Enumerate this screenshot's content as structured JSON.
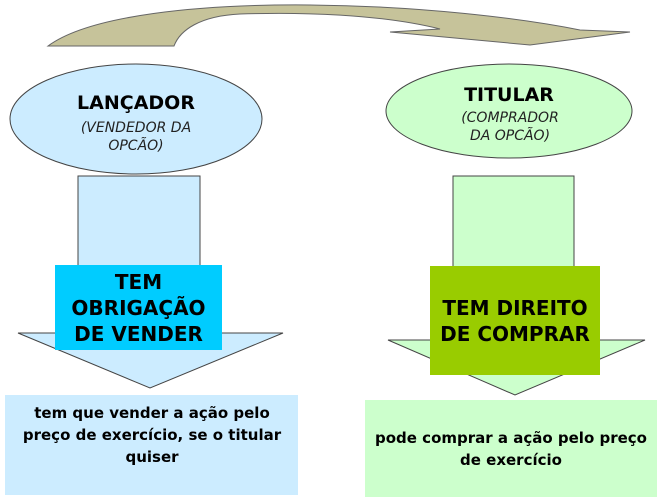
{
  "colors": {
    "arc": "#C6C39A",
    "left_light": "#CCECFF",
    "left_strong": "#00CCFF",
    "right_light": "#CCFFCC",
    "right_strong": "#99CC00"
  },
  "left": {
    "title": "LANÇADOR",
    "subtitle": "(VENDEDOR DA OPCÃO)",
    "box": "TEM OBRIGAÇÃO DE VENDER",
    "desc": "tem que vender a ação pelo preço de exercício, se o titular quiser"
  },
  "right": {
    "title": "TITULAR",
    "subtitle": "(COMPRADOR DA OPCÃO)",
    "box": "TEM DIREITO DE COMPRAR",
    "desc": "pode comprar a ação pelo preço de exercício"
  }
}
